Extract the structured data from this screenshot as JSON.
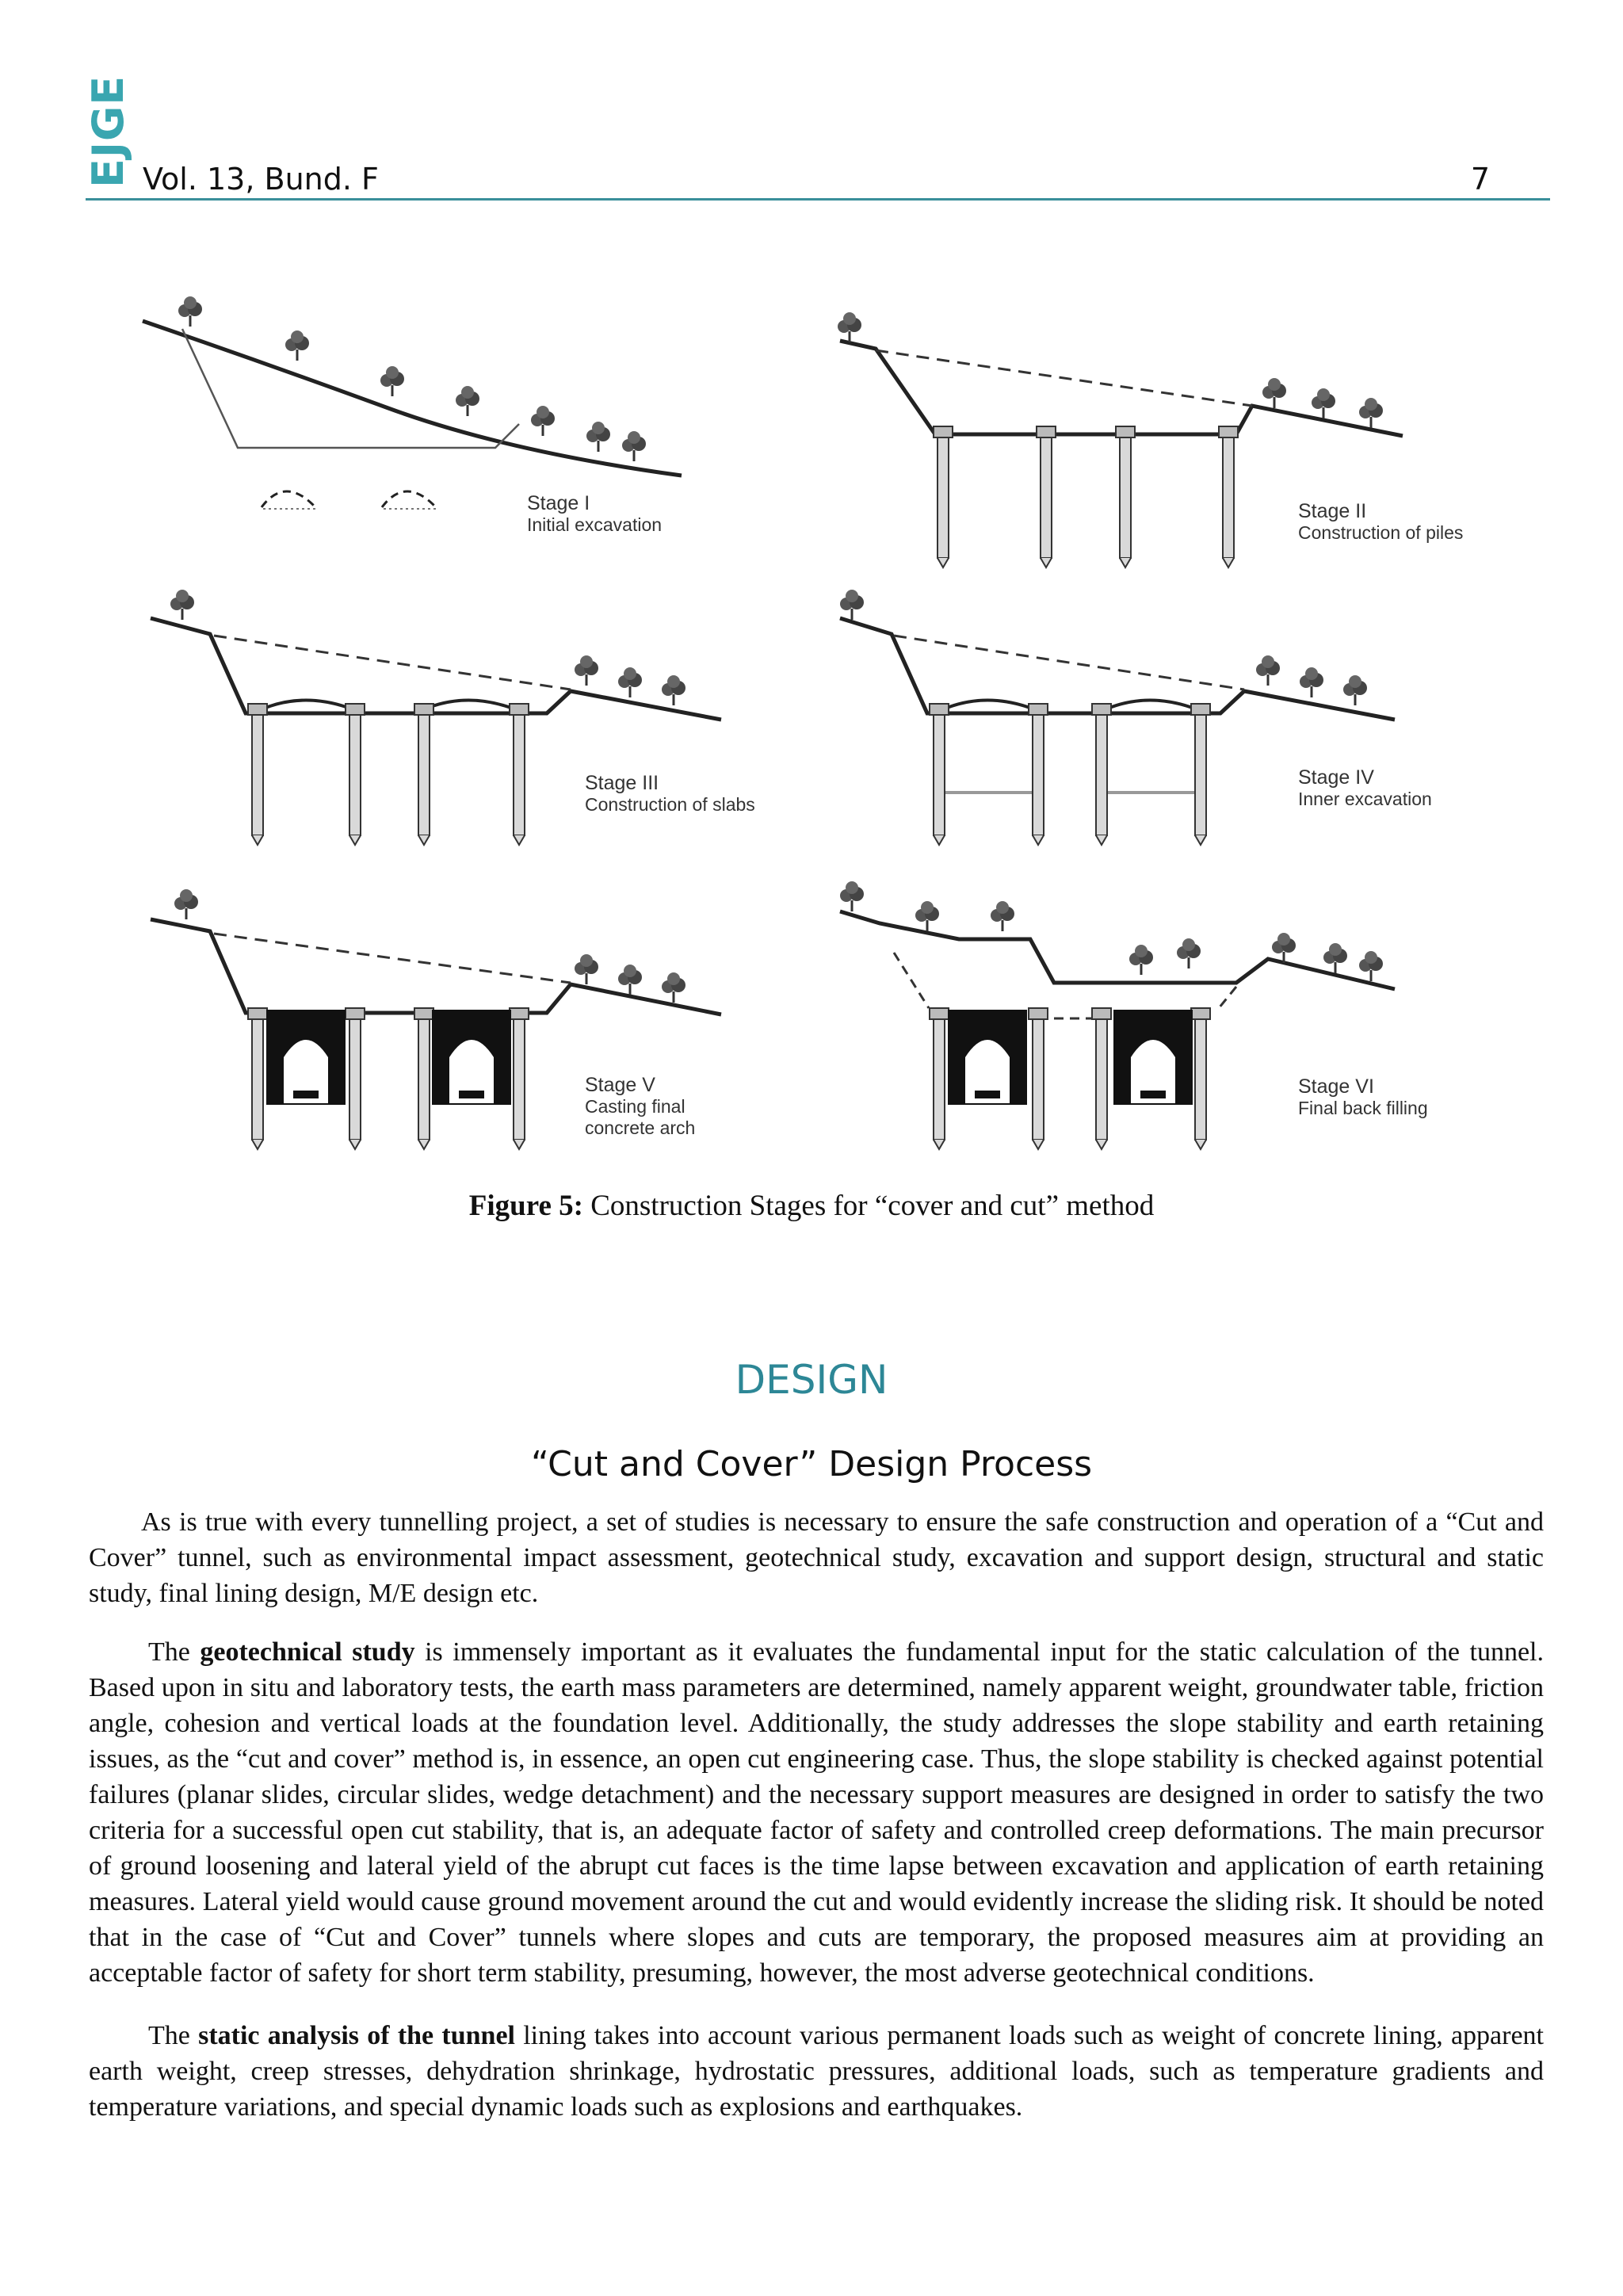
{
  "header": {
    "logo": "EJGE",
    "volume": "Vol. 13, Bund. F",
    "page_number": "7"
  },
  "figure": {
    "stages": [
      {
        "title": "Stage I",
        "desc": "Initial excavation"
      },
      {
        "title": "Stage II",
        "desc": "Construction of piles"
      },
      {
        "title": "Stage III",
        "desc": "Construction of slabs"
      },
      {
        "title": "Stage IV",
        "desc": "Inner excavation"
      },
      {
        "title": "Stage V",
        "desc": "Casting final concrete arch"
      },
      {
        "title": "Stage VI",
        "desc": "Final back filling"
      }
    ],
    "caption_label": "Figure 5:",
    "caption_text": " Construction Stages for “cover and cut” method"
  },
  "section": {
    "title": "DESIGN",
    "subtitle": "“Cut and Cover” Design Process"
  },
  "paragraphs": {
    "p1": "As is true with every tunnelling project, a set of studies is necessary to ensure the safe construction and operation of a “Cut and Cover” tunnel, such as environmental impact assessment, geotechnical study, excavation and support design, structural and static study, final lining design, M/E design etc.",
    "p2_lead": "The ",
    "p2_bold": "geotechnical study",
    "p2_rest": " is immensely important as it evaluates the fundamental input for the static calculation of the tunnel. Based upon in situ and laboratory tests, the earth mass parameters are determined, namely apparent weight, groundwater table, friction angle, cohesion and vertical loads at the foundation level. Additionally, the study addresses the slope stability and earth retaining issues, as the “cut and cover” method is, in essence, an open cut engineering case. Thus, the slope stability is checked against potential failures (planar slides, circular slides, wedge detachment) and the necessary support measures are designed in order to satisfy the two criteria for a successful open cut stability, that is, an adequate factor of safety and controlled creep deformations. The main precursor of ground loosening and lateral yield of the abrupt cut faces is the time lapse between excavation and application of earth retaining measures. Lateral yield would cause ground movement around the cut and would evidently increase the sliding risk. It should be noted that in the case of “Cut and Cover” tunnels where slopes and cuts are temporary, the proposed measures aim at providing an acceptable factor of safety for short term stability, presuming, however, the most adverse  geotechnical conditions.",
    "p3_lead": "The ",
    "p3_bold": "static analysis of the tunnel",
    "p3_rest": " lining takes into account various permanent loads such as weight of concrete lining, apparent earth weight, creep stresses,  dehydration shrinkage, hydrostatic pressures, additional loads, such as temperature gradients and temperature variations, and special dynamic loads such as explosions and earthquakes."
  },
  "colors": {
    "accent": "#2d8796",
    "logo": "#3aa6b0",
    "rule": "#3a8f9a",
    "pile_fill": "#d9d9d9",
    "lining": "#111111"
  }
}
